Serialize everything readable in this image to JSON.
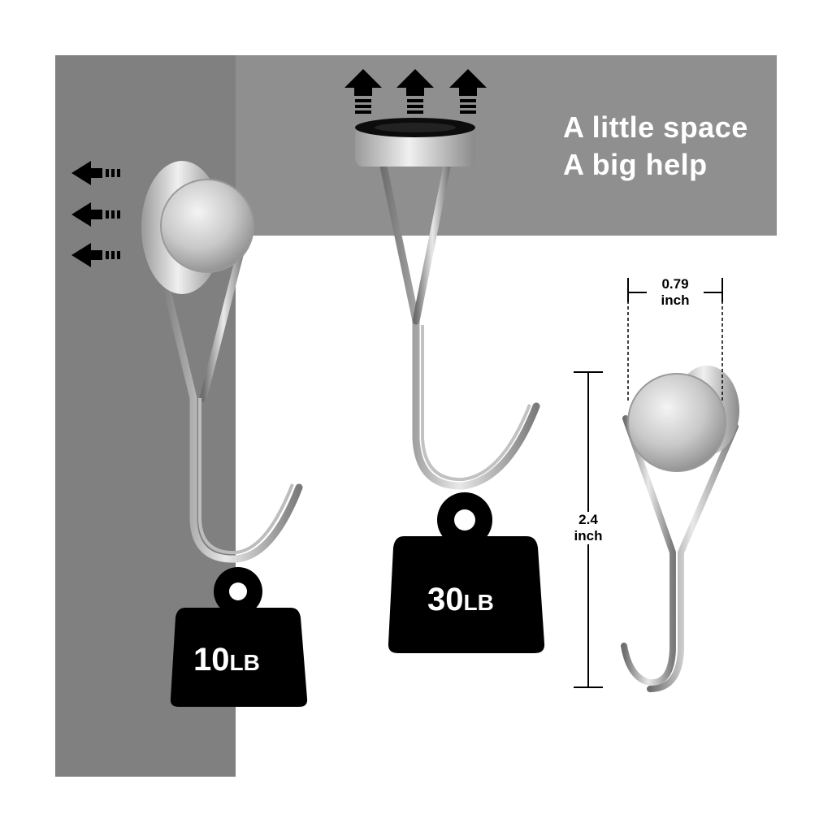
{
  "headline": {
    "line1": "A little space",
    "line2": "A big help"
  },
  "weights": {
    "left": {
      "value": "10",
      "unit": "LB"
    },
    "center": {
      "value": "30",
      "unit": "LB"
    }
  },
  "dimensions": {
    "width": {
      "value": "0.79",
      "unit": "inch"
    },
    "height": {
      "value": "2.4",
      "unit": "inch"
    }
  },
  "colors": {
    "wall_dark": "#7b7b7b",
    "wall_light": "#9a9a9a",
    "ceiling": "#8f8f8f",
    "weight_fill": "#000000",
    "arrow_fill": "#000000",
    "text_light": "#ffffff"
  },
  "icons": {
    "force_arrow": "arrow-left-icon",
    "lift_arrow": "arrow-up-icon",
    "weight": "weight-icon"
  }
}
